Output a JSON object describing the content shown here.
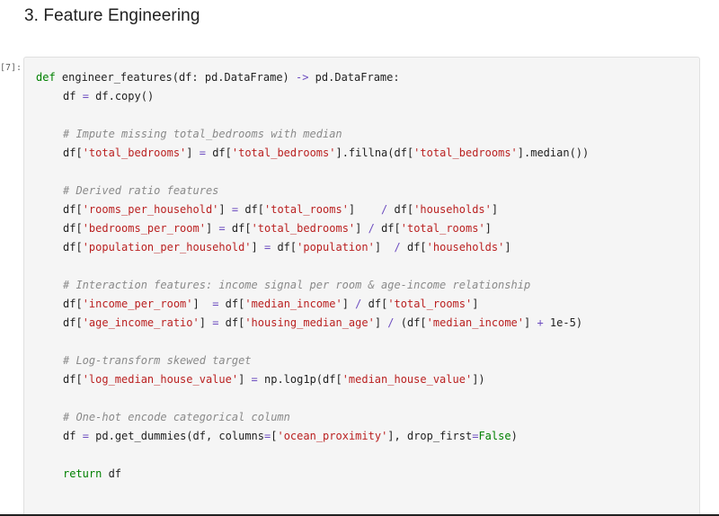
{
  "section": {
    "heading": "3. Feature Engineering"
  },
  "cell": {
    "prompt": "[7]:",
    "lines": [
      {
        "indent": 0,
        "parts": [
          {
            "t": "def",
            "c": "kw"
          },
          {
            "t": " engineer_features(df: pd.DataFrame) ",
            "c": ""
          },
          {
            "t": "->",
            "c": "op"
          },
          {
            "t": " pd.DataFrame:",
            "c": ""
          }
        ]
      },
      {
        "indent": 1,
        "parts": [
          {
            "t": "df ",
            "c": ""
          },
          {
            "t": "=",
            "c": "op"
          },
          {
            "t": " df.copy()",
            "c": ""
          }
        ]
      },
      {
        "indent": 0,
        "parts": []
      },
      {
        "indent": 1,
        "parts": [
          {
            "t": "# Impute missing total_bedrooms with median",
            "c": "cm"
          }
        ]
      },
      {
        "indent": 1,
        "parts": [
          {
            "t": "df[",
            "c": ""
          },
          {
            "t": "'total_bedrooms'",
            "c": "str"
          },
          {
            "t": "] ",
            "c": ""
          },
          {
            "t": "=",
            "c": "op"
          },
          {
            "t": " df[",
            "c": ""
          },
          {
            "t": "'total_bedrooms'",
            "c": "str"
          },
          {
            "t": "].fillna(df[",
            "c": ""
          },
          {
            "t": "'total_bedrooms'",
            "c": "str"
          },
          {
            "t": "].median())",
            "c": ""
          }
        ]
      },
      {
        "indent": 0,
        "parts": []
      },
      {
        "indent": 1,
        "parts": [
          {
            "t": "# Derived ratio features",
            "c": "cm"
          }
        ]
      },
      {
        "indent": 1,
        "parts": [
          {
            "t": "df[",
            "c": ""
          },
          {
            "t": "'rooms_per_household'",
            "c": "str"
          },
          {
            "t": "] ",
            "c": ""
          },
          {
            "t": "=",
            "c": "op"
          },
          {
            "t": " df[",
            "c": ""
          },
          {
            "t": "'total_rooms'",
            "c": "str"
          },
          {
            "t": "]    ",
            "c": ""
          },
          {
            "t": "/",
            "c": "op"
          },
          {
            "t": " df[",
            "c": ""
          },
          {
            "t": "'households'",
            "c": "str"
          },
          {
            "t": "]",
            "c": ""
          }
        ]
      },
      {
        "indent": 1,
        "parts": [
          {
            "t": "df[",
            "c": ""
          },
          {
            "t": "'bedrooms_per_room'",
            "c": "str"
          },
          {
            "t": "] ",
            "c": ""
          },
          {
            "t": "=",
            "c": "op"
          },
          {
            "t": " df[",
            "c": ""
          },
          {
            "t": "'total_bedrooms'",
            "c": "str"
          },
          {
            "t": "] ",
            "c": ""
          },
          {
            "t": "/",
            "c": "op"
          },
          {
            "t": " df[",
            "c": ""
          },
          {
            "t": "'total_rooms'",
            "c": "str"
          },
          {
            "t": "]",
            "c": ""
          }
        ]
      },
      {
        "indent": 1,
        "parts": [
          {
            "t": "df[",
            "c": ""
          },
          {
            "t": "'population_per_household'",
            "c": "str"
          },
          {
            "t": "] ",
            "c": ""
          },
          {
            "t": "=",
            "c": "op"
          },
          {
            "t": " df[",
            "c": ""
          },
          {
            "t": "'population'",
            "c": "str"
          },
          {
            "t": "]  ",
            "c": ""
          },
          {
            "t": "/",
            "c": "op"
          },
          {
            "t": " df[",
            "c": ""
          },
          {
            "t": "'households'",
            "c": "str"
          },
          {
            "t": "]",
            "c": ""
          }
        ]
      },
      {
        "indent": 0,
        "parts": []
      },
      {
        "indent": 1,
        "parts": [
          {
            "t": "# Interaction features: income signal per room & age-income relationship",
            "c": "cm"
          }
        ]
      },
      {
        "indent": 1,
        "parts": [
          {
            "t": "df[",
            "c": ""
          },
          {
            "t": "'income_per_room'",
            "c": "str"
          },
          {
            "t": "]  ",
            "c": ""
          },
          {
            "t": "=",
            "c": "op"
          },
          {
            "t": " df[",
            "c": ""
          },
          {
            "t": "'median_income'",
            "c": "str"
          },
          {
            "t": "] ",
            "c": ""
          },
          {
            "t": "/",
            "c": "op"
          },
          {
            "t": " df[",
            "c": ""
          },
          {
            "t": "'total_rooms'",
            "c": "str"
          },
          {
            "t": "]",
            "c": ""
          }
        ]
      },
      {
        "indent": 1,
        "parts": [
          {
            "t": "df[",
            "c": ""
          },
          {
            "t": "'age_income_ratio'",
            "c": "str"
          },
          {
            "t": "] ",
            "c": ""
          },
          {
            "t": "=",
            "c": "op"
          },
          {
            "t": " df[",
            "c": ""
          },
          {
            "t": "'housing_median_age'",
            "c": "str"
          },
          {
            "t": "] ",
            "c": ""
          },
          {
            "t": "/",
            "c": "op"
          },
          {
            "t": " (df[",
            "c": ""
          },
          {
            "t": "'median_income'",
            "c": "str"
          },
          {
            "t": "] ",
            "c": ""
          },
          {
            "t": "+",
            "c": "op"
          },
          {
            "t": " 1e-5)",
            "c": ""
          }
        ]
      },
      {
        "indent": 0,
        "parts": []
      },
      {
        "indent": 1,
        "parts": [
          {
            "t": "# Log-transform skewed target",
            "c": "cm"
          }
        ]
      },
      {
        "indent": 1,
        "parts": [
          {
            "t": "df[",
            "c": ""
          },
          {
            "t": "'log_median_house_value'",
            "c": "str"
          },
          {
            "t": "] ",
            "c": ""
          },
          {
            "t": "=",
            "c": "op"
          },
          {
            "t": " np.log1p(df[",
            "c": ""
          },
          {
            "t": "'median_house_value'",
            "c": "str"
          },
          {
            "t": "])",
            "c": ""
          }
        ]
      },
      {
        "indent": 0,
        "parts": []
      },
      {
        "indent": 1,
        "parts": [
          {
            "t": "# One-hot encode categorical column",
            "c": "cm"
          }
        ]
      },
      {
        "indent": 1,
        "parts": [
          {
            "t": "df ",
            "c": ""
          },
          {
            "t": "=",
            "c": "op"
          },
          {
            "t": " pd.get_dummies(df, columns",
            "c": ""
          },
          {
            "t": "=",
            "c": "op"
          },
          {
            "t": "[",
            "c": ""
          },
          {
            "t": "'ocean_proximity'",
            "c": "str"
          },
          {
            "t": "], drop_first",
            "c": ""
          },
          {
            "t": "=",
            "c": "op"
          },
          {
            "t": "False",
            "c": "kw"
          },
          {
            "t": ")",
            "c": ""
          }
        ]
      },
      {
        "indent": 0,
        "parts": []
      },
      {
        "indent": 1,
        "parts": [
          {
            "t": "return",
            "c": "kw"
          },
          {
            "t": " df",
            "c": ""
          }
        ]
      }
    ]
  }
}
